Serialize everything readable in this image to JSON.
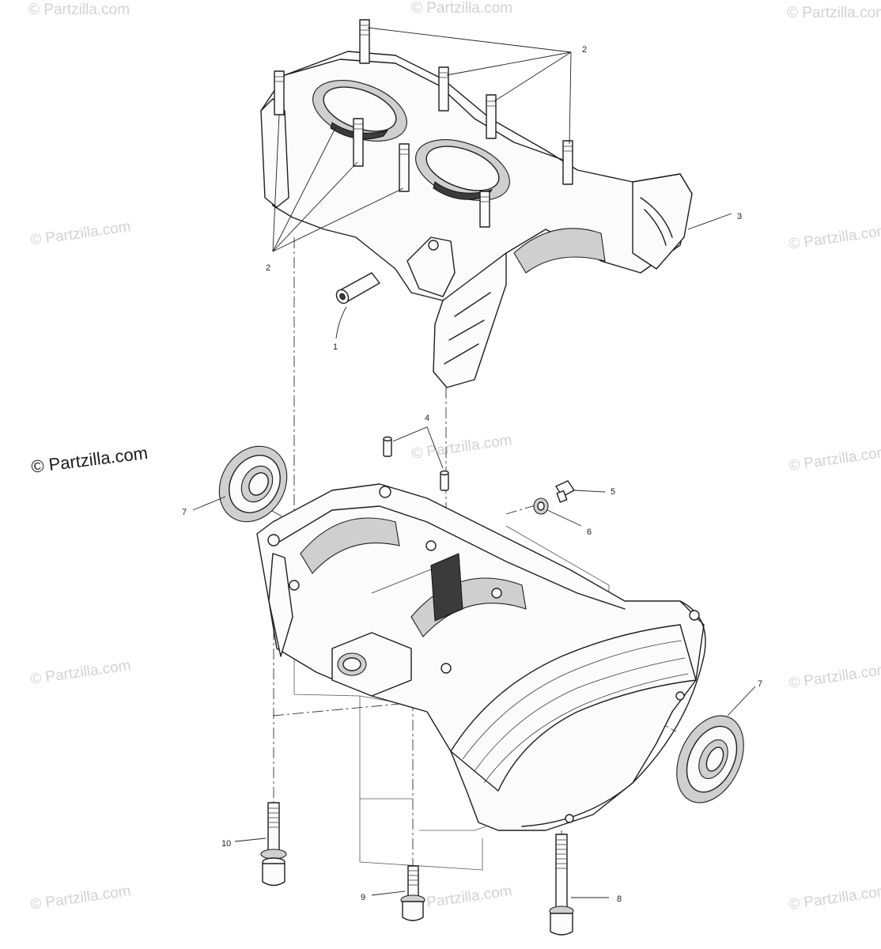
{
  "watermark": {
    "text": "© Partzilla.com",
    "main_text": "© Partzilla.com"
  },
  "callouts": {
    "c1": "1",
    "c2a": "2",
    "c2b": "2",
    "c3": "3",
    "c4": "4",
    "c5": "5",
    "c6": "6",
    "c7a": "7",
    "c7b": "7",
    "c8": "8",
    "c9": "9",
    "c10": "10"
  }
}
